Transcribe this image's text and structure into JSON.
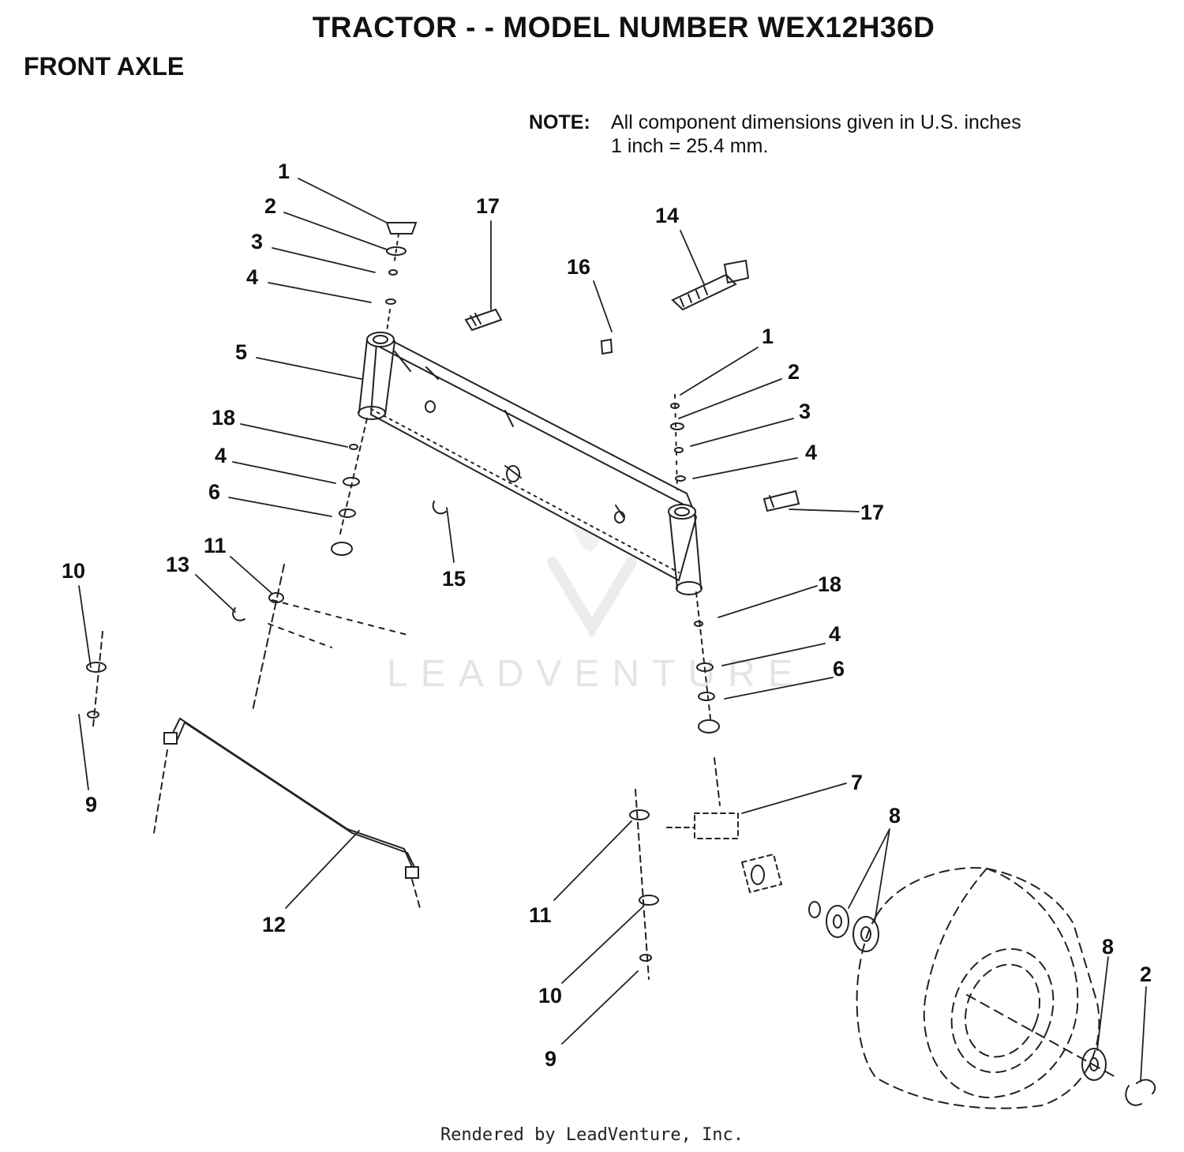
{
  "header": {
    "title": "TRACTOR - - MODEL NUMBER WEX12H36D",
    "section": "FRONT AXLE"
  },
  "note": {
    "label": "NOTE:",
    "line1": "All component dimensions given in U.S. inches",
    "line2": "1 inch = 25.4 mm."
  },
  "callouts": [
    "1",
    "2",
    "3",
    "4",
    "5",
    "18",
    "4",
    "6",
    "11",
    "13",
    "10",
    "9",
    "12",
    "17",
    "16",
    "14",
    "15",
    "1",
    "2",
    "3",
    "4",
    "17",
    "18",
    "4",
    "6",
    "7",
    "8",
    "11",
    "10",
    "9",
    "8",
    "2"
  ],
  "watermark": "LEADVENTURE",
  "footer": "Rendered by LeadVenture, Inc."
}
